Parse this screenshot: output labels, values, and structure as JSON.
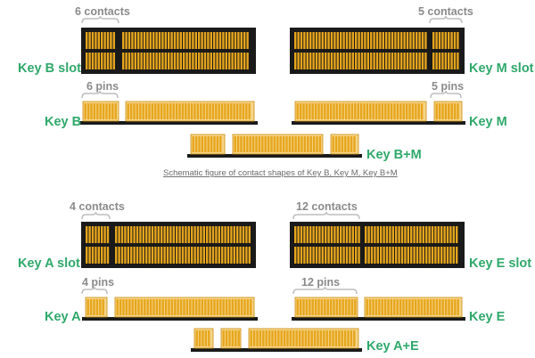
{
  "caption": "Schematic figure of contact shapes of Key B, Key M, Key B+M",
  "colors": {
    "green_label": "#2fa86a",
    "count_label": "#8a8a8a",
    "gold_contact": "#e6a51c",
    "slot_body": "#1a1a1a"
  },
  "slots": [
    {
      "id": "key-b-slot",
      "label": "Key B slot",
      "count_label": "6 contacts",
      "key_side": "left",
      "key_contacts": 6
    },
    {
      "id": "key-m-slot",
      "label": "Key M slot",
      "count_label": "5 contacts",
      "key_side": "right",
      "key_contacts": 5
    },
    {
      "id": "key-a-slot",
      "label": "Key A slot",
      "count_label": "4 contacts",
      "key_side": "left",
      "key_contacts": 4
    },
    {
      "id": "key-e-slot",
      "label": "Key E slot",
      "count_label": "12 contacts",
      "key_side": "left",
      "key_contacts": 12
    }
  ],
  "edges": [
    {
      "id": "key-b",
      "label": "Key B",
      "count_label": "6 pins",
      "notch_side": "left",
      "key_pins": 6
    },
    {
      "id": "key-m",
      "label": "Key M",
      "count_label": "5 pins",
      "notch_side": "right",
      "key_pins": 5
    },
    {
      "id": "key-bm",
      "label": "Key B+M",
      "count_label": ""
    },
    {
      "id": "key-a",
      "label": "Key A",
      "count_label": "4 pins",
      "notch_side": "left",
      "key_pins": 4
    },
    {
      "id": "key-e",
      "label": "Key E",
      "count_label": "12 pins",
      "notch_side": "left",
      "key_pins": 12
    },
    {
      "id": "key-ae",
      "label": "Key A+E",
      "count_label": ""
    }
  ]
}
